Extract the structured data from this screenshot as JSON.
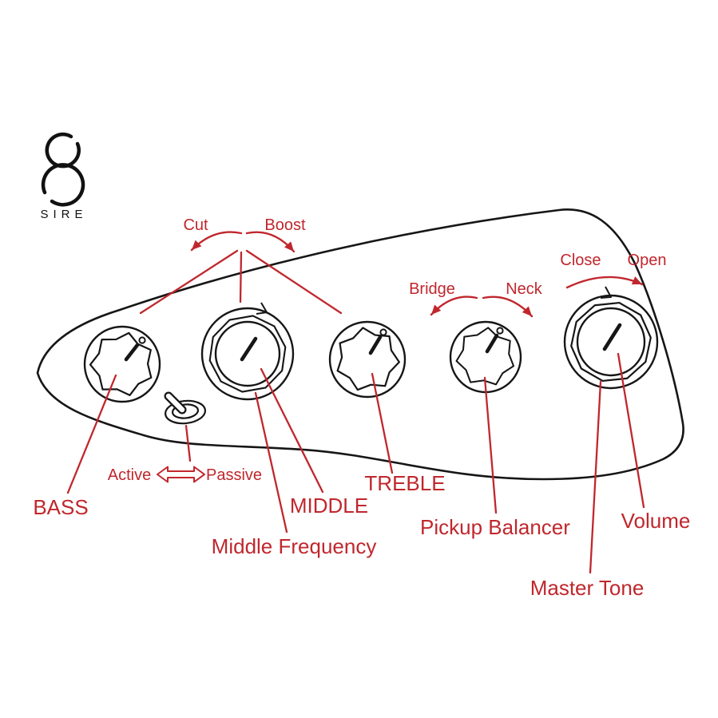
{
  "page": {
    "background": "#ffffff"
  },
  "colors": {
    "outline_black": "#161616",
    "annotation_red": "#c0272d"
  },
  "logo": {
    "brand": "SIRE"
  },
  "annotations": {
    "cut": "Cut",
    "boost": "Boost",
    "bridge": "Bridge",
    "neck": "Neck",
    "close": "Close",
    "open": "Open",
    "active": "Active",
    "passive": "Passive"
  },
  "labels": {
    "bass": "BASS",
    "middle": "MIDDLE",
    "middle_frequency": "Middle Frequency",
    "treble": "TREBLE",
    "pickup_balancer": "Pickup Balancer",
    "volume": "Volume",
    "master_tone": "Master Tone"
  }
}
